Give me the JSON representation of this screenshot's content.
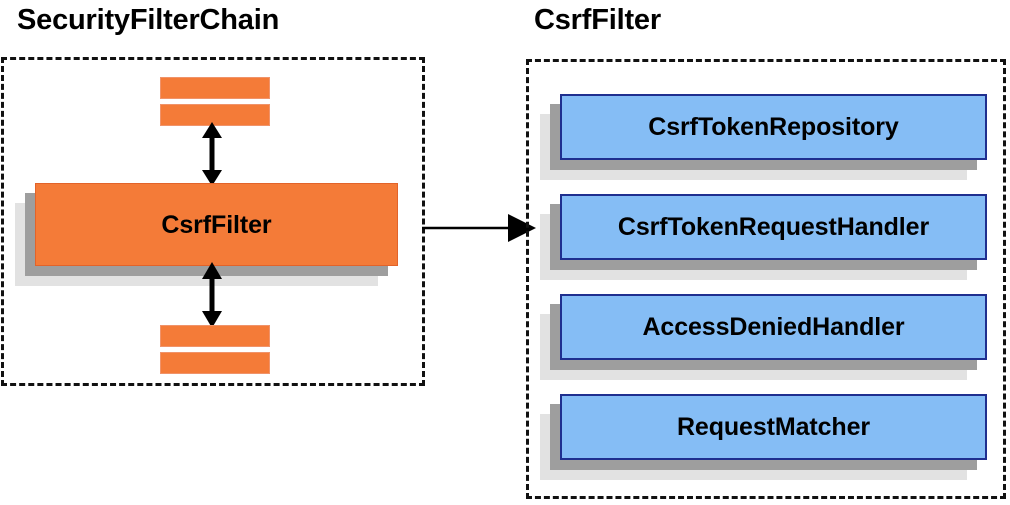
{
  "diagram": {
    "type": "architecture-block-diagram",
    "background_color": "#ffffff",
    "panels": [
      {
        "id": "security-filter-chain",
        "title": "SecurityFilterChain",
        "border_style": "dashed",
        "border_color": "#111111",
        "blocks": [
          {
            "id": "slab-top-1",
            "label": "",
            "color": "#f47b38"
          },
          {
            "id": "slab-top-2",
            "label": "",
            "color": "#f47b38"
          },
          {
            "id": "csrf-filter",
            "label": "CsrfFilter",
            "color": "#f47b38"
          },
          {
            "id": "slab-bottom-1",
            "label": "",
            "color": "#f47b38"
          },
          {
            "id": "slab-bottom-2",
            "label": "",
            "color": "#f47b38"
          }
        ]
      },
      {
        "id": "csrf-filter-detail",
        "title": "CsrfFilter",
        "border_style": "dashed",
        "border_color": "#111111",
        "blocks": [
          {
            "id": "csrf-token-repository",
            "label": "CsrfTokenRepository",
            "color": "#85bdf5"
          },
          {
            "id": "csrf-token-request-handler",
            "label": "CsrfTokenRequestHandler",
            "color": "#85bdf5"
          },
          {
            "id": "access-denied-handler",
            "label": "AccessDeniedHandler",
            "color": "#85bdf5"
          },
          {
            "id": "request-matcher",
            "label": "RequestMatcher",
            "color": "#85bdf5"
          }
        ]
      }
    ],
    "connectors": [
      {
        "id": "arrow-top",
        "kind": "double-headed-vertical",
        "from": "slab-top-2",
        "to": "csrf-filter"
      },
      {
        "id": "arrow-bottom",
        "kind": "double-headed-vertical",
        "from": "csrf-filter",
        "to": "slab-bottom-1"
      },
      {
        "id": "arrow-connector",
        "kind": "single-headed-horizontal",
        "from": "security-filter-chain",
        "to": "csrf-filter-detail"
      }
    ],
    "colors": {
      "orange_fill": "#f47b38",
      "orange_border": "#e2632a",
      "blue_fill": "#85bdf5",
      "blue_border": "#1f2f8f",
      "shadow_dark": "#9e9e9e",
      "shadow_light": "#e2e2e2",
      "text": "#000000"
    }
  }
}
